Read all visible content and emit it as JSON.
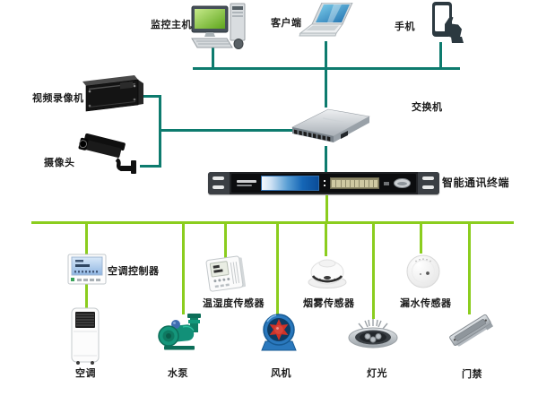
{
  "diagram": {
    "type": "system-topology",
    "colors": {
      "network_line": "#0d7b6e",
      "field_bus_line": "#8bcd1e",
      "background": "#ffffff"
    },
    "nodes": {
      "monitor_host": {
        "label": "监控主机",
        "icon": "desktop-computer-icon"
      },
      "client": {
        "label": "客户端",
        "icon": "laptop-icon"
      },
      "phone": {
        "label": "手机",
        "icon": "smartphone-hand-icon"
      },
      "dvr": {
        "label": "视频录像机",
        "icon": "dvr-server-icon"
      },
      "camera": {
        "label": "摄像头",
        "icon": "cctv-camera-icon"
      },
      "switch": {
        "label": "交换机",
        "icon": "network-switch-icon"
      },
      "terminal": {
        "label": "智能通讯终端",
        "icon": "rack-terminal-icon"
      },
      "ac_controller": {
        "label": "空调控制器",
        "icon": "thermostat-icon"
      },
      "temp_humidity": {
        "label": "温湿度传感器",
        "icon": "temp-humidity-sensor-icon"
      },
      "smoke_sensor": {
        "label": "烟雾传感器",
        "icon": "smoke-detector-icon"
      },
      "leak_sensor": {
        "label": "漏水传感器",
        "icon": "water-leak-detector-icon"
      },
      "air_conditioner": {
        "label": "空调",
        "icon": "portable-ac-icon"
      },
      "water_pump": {
        "label": "水泵",
        "icon": "water-pump-icon"
      },
      "fan": {
        "label": "风机",
        "icon": "axial-fan-icon"
      },
      "light": {
        "label": "灯光",
        "icon": "downlight-icon"
      },
      "door_access": {
        "label": "门禁",
        "icon": "magnetic-lock-icon"
      }
    },
    "connections": [
      [
        "监控主机",
        "交换机"
      ],
      [
        "客户端",
        "交换机"
      ],
      [
        "手机",
        "交换机"
      ],
      [
        "视频录像机",
        "交换机"
      ],
      [
        "摄像头",
        "交换机"
      ],
      [
        "交换机",
        "智能通讯终端"
      ],
      [
        "智能通讯终端",
        "空调控制器"
      ],
      [
        "空调控制器",
        "空调"
      ],
      [
        "智能通讯终端",
        "水泵"
      ],
      [
        "智能通讯终端",
        "温湿度传感器"
      ],
      [
        "智能通讯终端",
        "风机"
      ],
      [
        "智能通讯终端",
        "烟雾传感器"
      ],
      [
        "智能通讯终端",
        "灯光"
      ],
      [
        "智能通讯终端",
        "漏水传感器"
      ],
      [
        "智能通讯终端",
        "门禁"
      ]
    ]
  }
}
